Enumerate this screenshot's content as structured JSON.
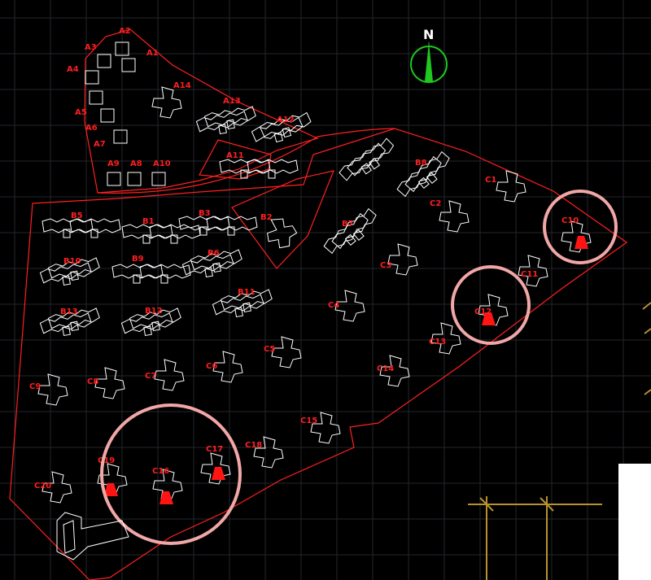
{
  "north_label": "N",
  "labels": {
    "A1": "A1",
    "A2": "A2",
    "A3": "A3",
    "A4": "A4",
    "A5": "A5",
    "A6": "A6",
    "A7": "A7",
    "A8": "A8",
    "A9": "A9",
    "A10": "A10",
    "A11": "A11",
    "A12": "A12",
    "A13": "A13",
    "A14": "A14",
    "B1": "B1",
    "B2": "B2",
    "B3": "B3",
    "B5": "B5",
    "B6": "B6",
    "B7": "B7",
    "B8": "B8",
    "B9": "B9",
    "B10": "B10",
    "B11": "B11",
    "B12": "B12",
    "B13": "B13",
    "C1": "C1",
    "C2": "C2",
    "C3": "C3",
    "C4": "C4",
    "C5": "C5",
    "C6": "C6",
    "C7": "C7",
    "C8": "C8",
    "C9": "C9",
    "C10": "C10",
    "C11": "C11",
    "C12": "C12",
    "C13": "C13",
    "C14": "C14",
    "C15": "C15",
    "C16": "C16",
    "C17": "C17",
    "C18": "C18",
    "C19": "C19",
    "C20": "C20"
  },
  "highlighted_buildings": [
    "C10",
    "C12",
    "C16",
    "C17",
    "C19"
  ],
  "colors": {
    "background": "#000000",
    "boundary": "#ff2020",
    "label": "#ff1e1e",
    "building_outline": "#ffffff",
    "highlight_fill": "#ff1414",
    "marker_circle": "#f2a7a7",
    "north_arrow": "#1ec81e",
    "grid": "#23262d",
    "axis_marks": "#b8902e"
  }
}
